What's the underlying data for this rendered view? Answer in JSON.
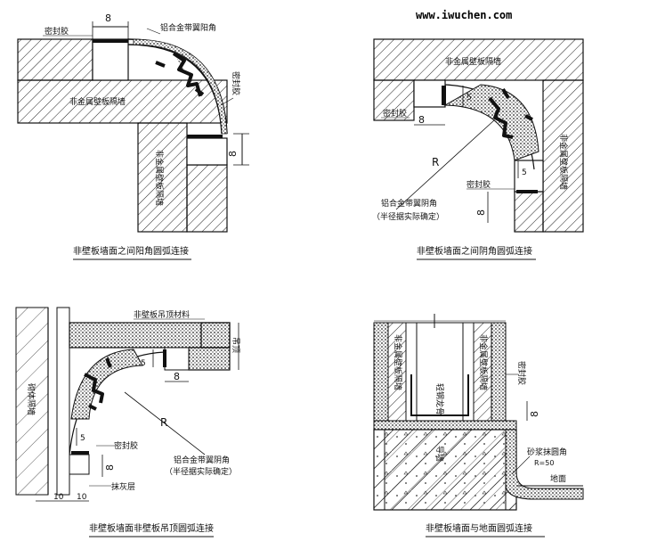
{
  "watermark": "www.iwuchen.com",
  "panels": [
    {
      "caption": "非壁板墙面之间阳角圆弧连接",
      "labels": {
        "sealant_top": "密封胶",
        "profile": "铝合金带翼阳角",
        "wall_h": "非金属壁板隔墙",
        "wall_v": "非金属壁板隔墙",
        "sealant_right": "密封胶",
        "dim_top": "8",
        "dim_right": "8"
      }
    },
    {
      "caption": "非壁板墙面之间阴角圆弧连接",
      "labels": {
        "wall_top": "非金属壁板隔墙",
        "wall_right": "非金属壁板隔墙",
        "sealant_left": "密封胶",
        "sealant_bottom": "密封胶",
        "profile": "铝合金带翼阴角",
        "profile_note": "（半径据实际确定）",
        "radius": "R",
        "dim_a": "5",
        "dim_b": "8",
        "dim_c": "5",
        "dim_d": "8"
      }
    },
    {
      "caption": "非壁板墙面非壁板吊顶圆弧连接",
      "labels": {
        "ceiling": "非壁板吊顶材料",
        "wall": "砌体隔墙",
        "sealant": "密封胶",
        "profile": "铝合金带翼阴角",
        "profile_note": "（半径据实际确定）",
        "plaster": "抹灰层",
        "radius": "R",
        "dim_a": "5",
        "dim_b": "8",
        "dim_c": "5",
        "dim_d": "8",
        "dim_e": "10",
        "dim_f": "10",
        "dim_side": "吊顶"
      }
    },
    {
      "caption": "非壁板墙面与地面圆弧连接",
      "labels": {
        "wall_l": "非金属壁板隔墙",
        "wall_r": "非金属壁板隔墙",
        "keel": "轻钢龙骨",
        "floor_beam": "导墙",
        "sealant": "密封胶",
        "cement": "砂浆抹圆角",
        "cement_r": "R=50",
        "ground": "地面",
        "dim_a": "8"
      }
    }
  ]
}
